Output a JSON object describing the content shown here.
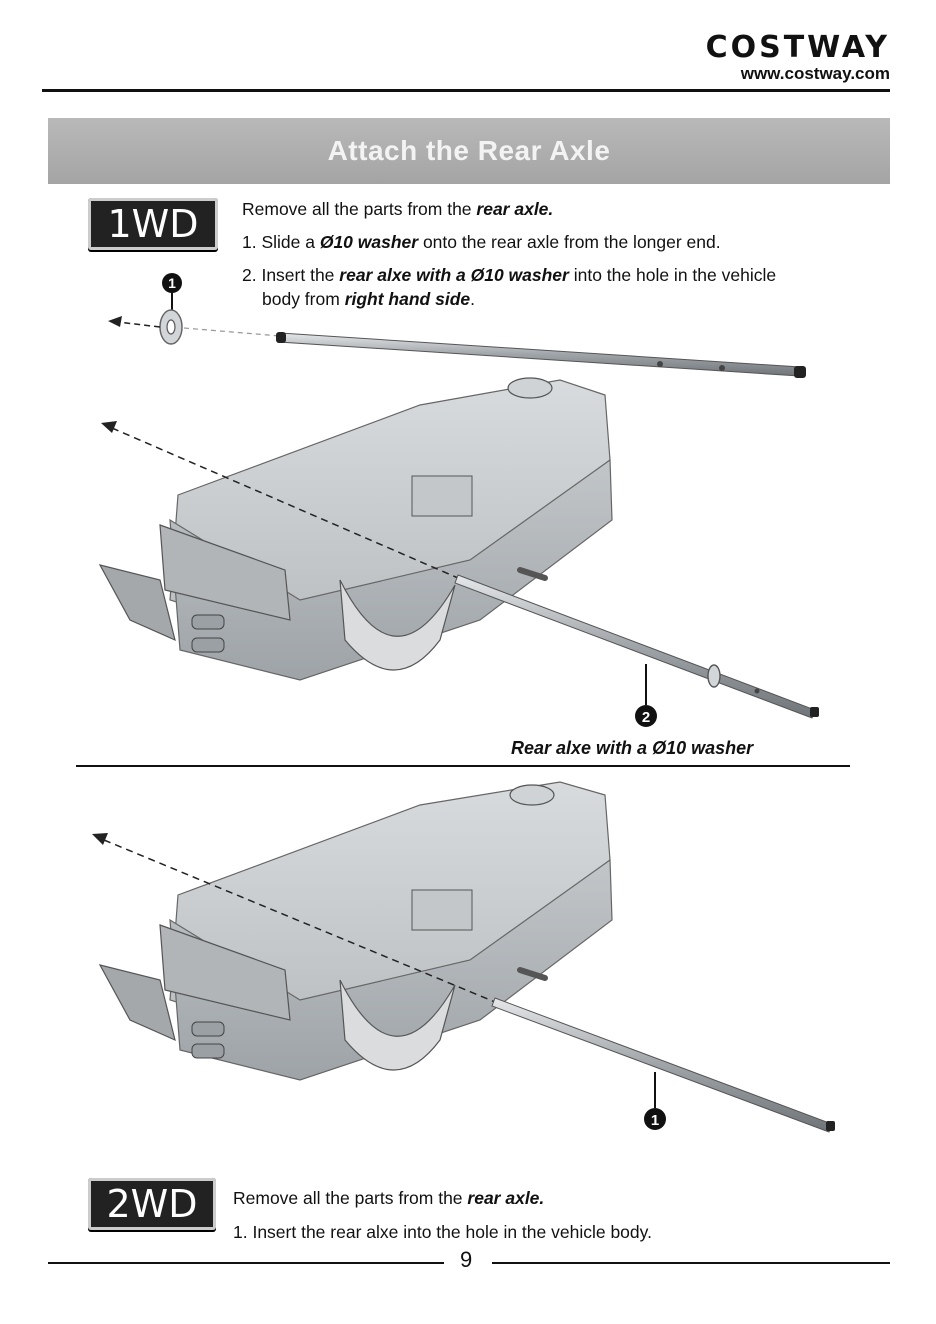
{
  "header": {
    "brand": "COSTWAY",
    "url": "www.costway.com"
  },
  "banner": {
    "title": "Attach the Rear Axle"
  },
  "section_1wd": {
    "badge": "1WD",
    "intro_prefix": "Remove all the parts from the ",
    "intro_em": "rear axle.",
    "step1_prefix": "1. Slide a ",
    "step1_em": "Ø10 washer",
    "step1_suffix": " onto the rear axle from the longer end.",
    "step2_prefix": "2. Insert the ",
    "step2_em1": "rear alxe with a Ø10 washer",
    "step2_mid": " into the hole in the vehicle",
    "step2_line2_prefix": "body from ",
    "step2_em2": "right hand side",
    "step2_suffix": ".",
    "callout_1": "1",
    "callout_2": "2",
    "caption": "Rear alxe with a Ø10 washer"
  },
  "section_2wd": {
    "badge": "2WD",
    "intro_prefix": "Remove all the parts from the ",
    "intro_em": "rear axle.",
    "step1": "1. Insert the rear alxe into the hole in the vehicle body.",
    "callout_1": "1"
  },
  "footer": {
    "page_number": "9"
  },
  "colors": {
    "banner": "#aeaeae",
    "vehicle_body": "#c9ccce",
    "badge": "#222222"
  }
}
